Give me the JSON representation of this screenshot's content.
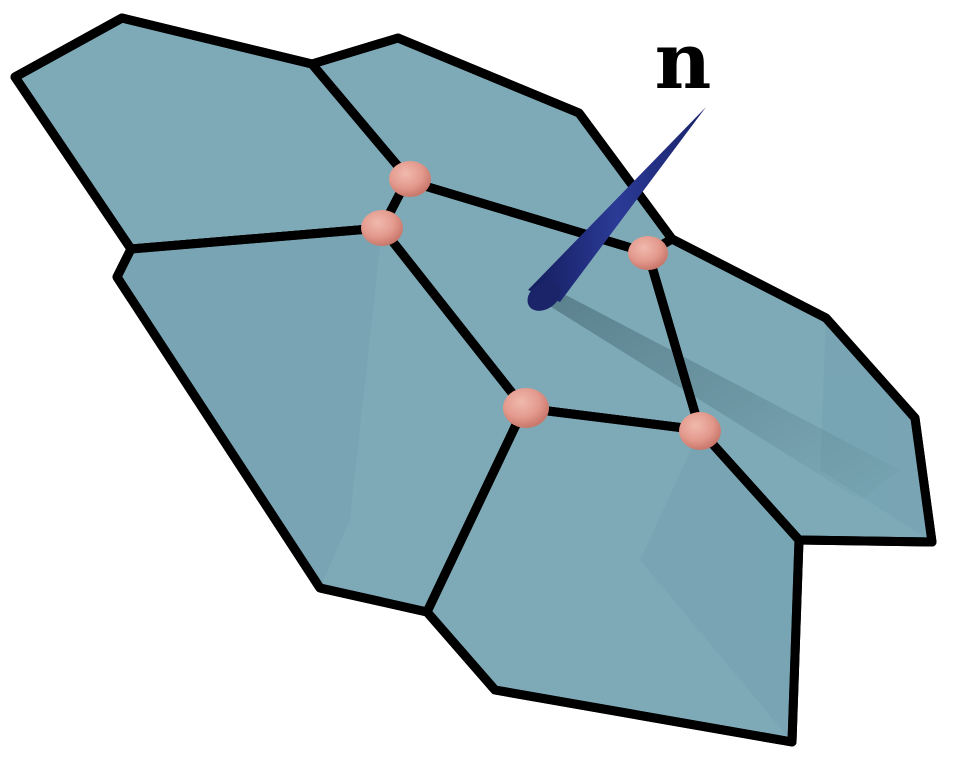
{
  "normal_label": "n",
  "colors": {
    "face_fill": "#7eaab8",
    "face_shade": "#6f9cab",
    "edge_stroke": "#000000",
    "vertex_fill": "#e39a8d",
    "normal_vector": "#1f2a78",
    "background": "#ffffff"
  },
  "icons": {
    "vertex": "sphere",
    "normal": "cone"
  }
}
